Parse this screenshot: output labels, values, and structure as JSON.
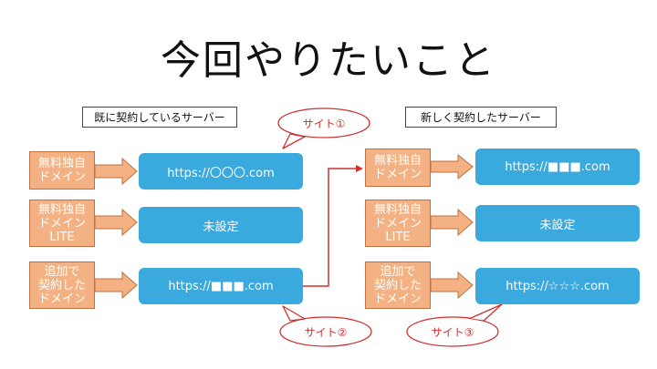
{
  "title": "今回やりたいこと",
  "left": {
    "label": "既に契約しているサーバー",
    "rows": [
      {
        "tag": "無料独自\nドメイン",
        "url": "https://〇〇〇.com"
      },
      {
        "tag": "無料独自\nドメイン\nLITE",
        "url": "未設定"
      },
      {
        "tag": "追加で\n契約した\nドメイン",
        "url": "https://■■■.com"
      }
    ]
  },
  "right": {
    "label": "新しく契約したサーバー",
    "rows": [
      {
        "tag": "無料独自\nドメイン",
        "url": "https://■■■.com"
      },
      {
        "tag": "無料独自\nドメイン\nLITE",
        "url": "未設定"
      },
      {
        "tag": "追加で\n契約した\nドメイン",
        "url": "https://☆☆☆.com"
      }
    ]
  },
  "callouts": {
    "site1": "サイト①",
    "site2": "サイト②",
    "site3": "サイト③"
  },
  "colors": {
    "tag_fill": "#f4b183",
    "url_fill": "#3aa9dd",
    "connector": "#d32f2f"
  }
}
